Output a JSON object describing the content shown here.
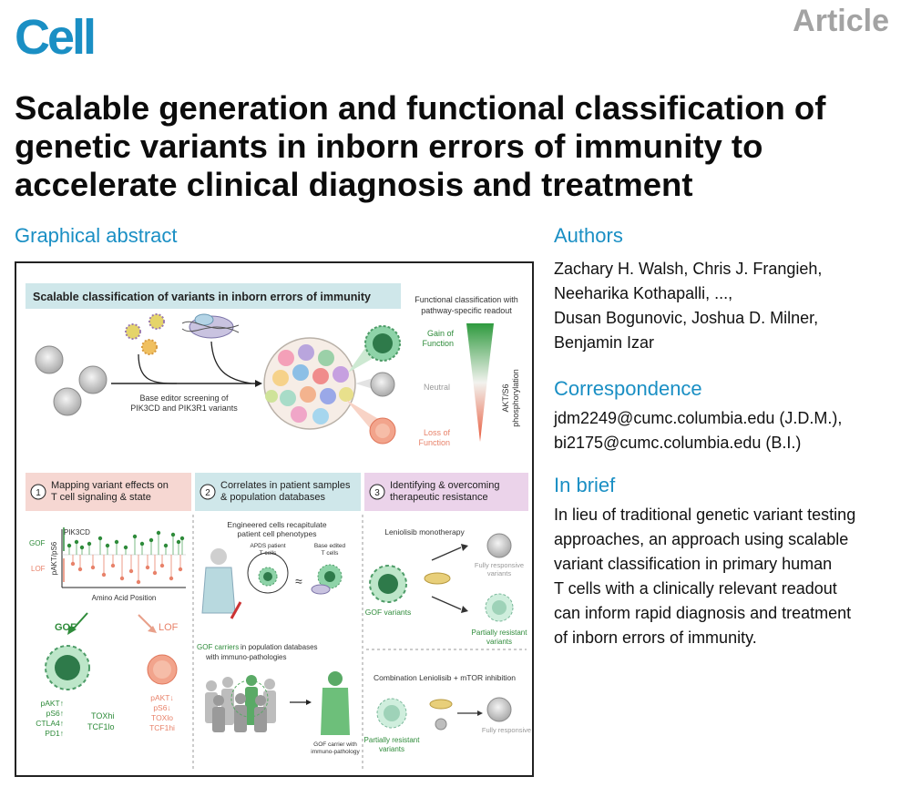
{
  "header": {
    "journal": "Cell",
    "article_type": "Article"
  },
  "title": "Scalable generation and functional classification of genetic variants in inborn errors of immunity to accelerate clinical diagnosis and treatment",
  "graphical_abstract": {
    "heading": "Graphical abstract",
    "banner": "Scalable classification of variants in inborn errors of immunity",
    "readout_title_1": "Functional classification with",
    "readout_title_2": "pathway-specific readout",
    "gain_1": "Gain of",
    "gain_2": "Function",
    "neutral": "Neutral",
    "loss_1": "Loss of",
    "loss_2": "Function",
    "axis_1": "AKT/S6",
    "axis_2": "phosphorylation",
    "screen_1": "Base editor screening of",
    "screen_2": "PIK3CD and PIK3R1 variants",
    "panel1_num": "1",
    "panel1_1": "Mapping variant effects on",
    "panel1_2": "T cell signaling & state",
    "panel2_num": "2",
    "panel2_1": "Correlates in patient samples",
    "panel2_2": "& population databases",
    "panel3_num": "3",
    "panel3_1": "Identifying & overcoming",
    "panel3_2": "therapeutic resistance",
    "plot_gene": "PIK3CD",
    "plot_gof": "GOF",
    "plot_lof": "LOF",
    "plot_ylabel": "pAKT/pS6",
    "plot_xlabel": "Amino Acid Position",
    "gof_label": "GOF",
    "lof_label": "LOF",
    "gof_markers": [
      "pAKT↑",
      "pS6↑",
      "CTLA4↑",
      "PD1↑"
    ],
    "gof_tox": [
      "TOXhi",
      "TCF1lo"
    ],
    "lof_markers": [
      "pAKT↓",
      "pS6↓",
      "TOXlo",
      "TCF1hi"
    ],
    "engineered_1": "Engineered cells recapitulate",
    "engineered_2": "patient cell phenotypes",
    "apds_1": "APDS patient",
    "apds_2": "T cells",
    "base_1": "Base edited",
    "base_2": "T cells",
    "approx": "≈",
    "carriers_1_hl": "GOF carriers",
    "carriers_1_rest": " in population databases",
    "carriers_2": "with immuno-pathologies",
    "carrier_lbl_1": "GOF carrier with",
    "carrier_lbl_2": "immuno-pathology",
    "mono": "Leniolisib monotherapy",
    "fully_1": "Fully responsive",
    "fully_2": "variants",
    "gof_variants": "GOF variants",
    "partial_1": "Partially resistant",
    "partial_2": "variants",
    "combo": "Combination Leniolisib + mTOR inhibition",
    "partial_b1": "Partially resistant",
    "partial_b2": "variants",
    "fully_b": "Fully responsive"
  },
  "authors": {
    "heading": "Authors",
    "lines": [
      "Zachary H. Walsh, Chris J. Frangieh,",
      "Neeharika Kothapalli, ...,",
      "Dusan Bogunovic, Joshua D. Milner,",
      "Benjamin Izar"
    ]
  },
  "correspondence": {
    "heading": "Correspondence",
    "lines": [
      "jdm2249@cumc.columbia.edu (J.D.M.),",
      "bi2175@cumc.columbia.edu (B.I.)"
    ]
  },
  "in_brief": {
    "heading": "In brief",
    "lines": [
      "In lieu of traditional genetic variant testing",
      "approaches, an approach using scalable",
      "variant classification in primary human",
      "T cells with a clinically relevant readout",
      "can inform rapid diagnosis and treatment",
      "of inborn errors of immunity."
    ]
  },
  "colors": {
    "accent": "#1a8fc4",
    "gof": "#2e8b3a",
    "lof": "#e8826a",
    "banner": "#cfe7ea"
  }
}
